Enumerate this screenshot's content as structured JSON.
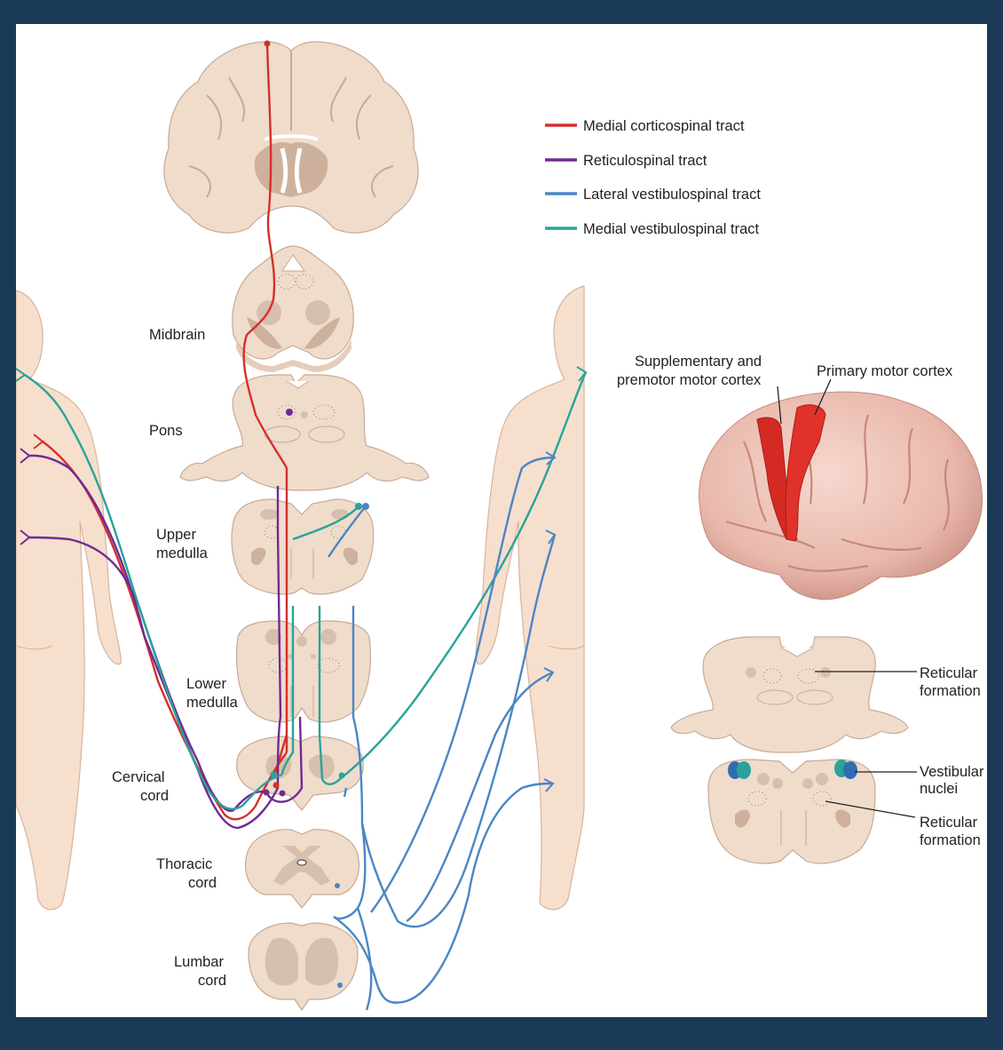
{
  "legend": [
    {
      "label": "Medial corticospinal tract",
      "color": "#d4302b"
    },
    {
      "label": "Reticulospinal tract",
      "color": "#6f2c91"
    },
    {
      "label": "Lateral vestibulospinal tract",
      "color": "#4a86c5"
    },
    {
      "label": "Medial vestibulospinal tract",
      "color": "#2aa39a"
    }
  ],
  "levels": {
    "midbrain": "Midbrain",
    "pons": "Pons",
    "upper_medulla_1": "Upper",
    "upper_medulla_2": "medulla",
    "lower_medulla_1": "Lower",
    "lower_medulla_2": "medulla",
    "cervical_1": "Cervical",
    "cervical_2": "cord",
    "thoracic_1": "Thoracic",
    "thoracic_2": "cord",
    "lumbar_1": "Lumbar",
    "lumbar_2": "cord"
  },
  "cortex": {
    "supplementary_1": "Supplementary and",
    "supplementary_2": "premotor motor cortex",
    "primary": "Primary motor cortex"
  },
  "inset": {
    "reticular_top_1": "Reticular",
    "reticular_top_2": "formation",
    "vestibular_1": "Vestibular",
    "vestibular_2": "nuclei",
    "reticular_bottom_1": "Reticular",
    "reticular_bottom_2": "formation"
  }
}
